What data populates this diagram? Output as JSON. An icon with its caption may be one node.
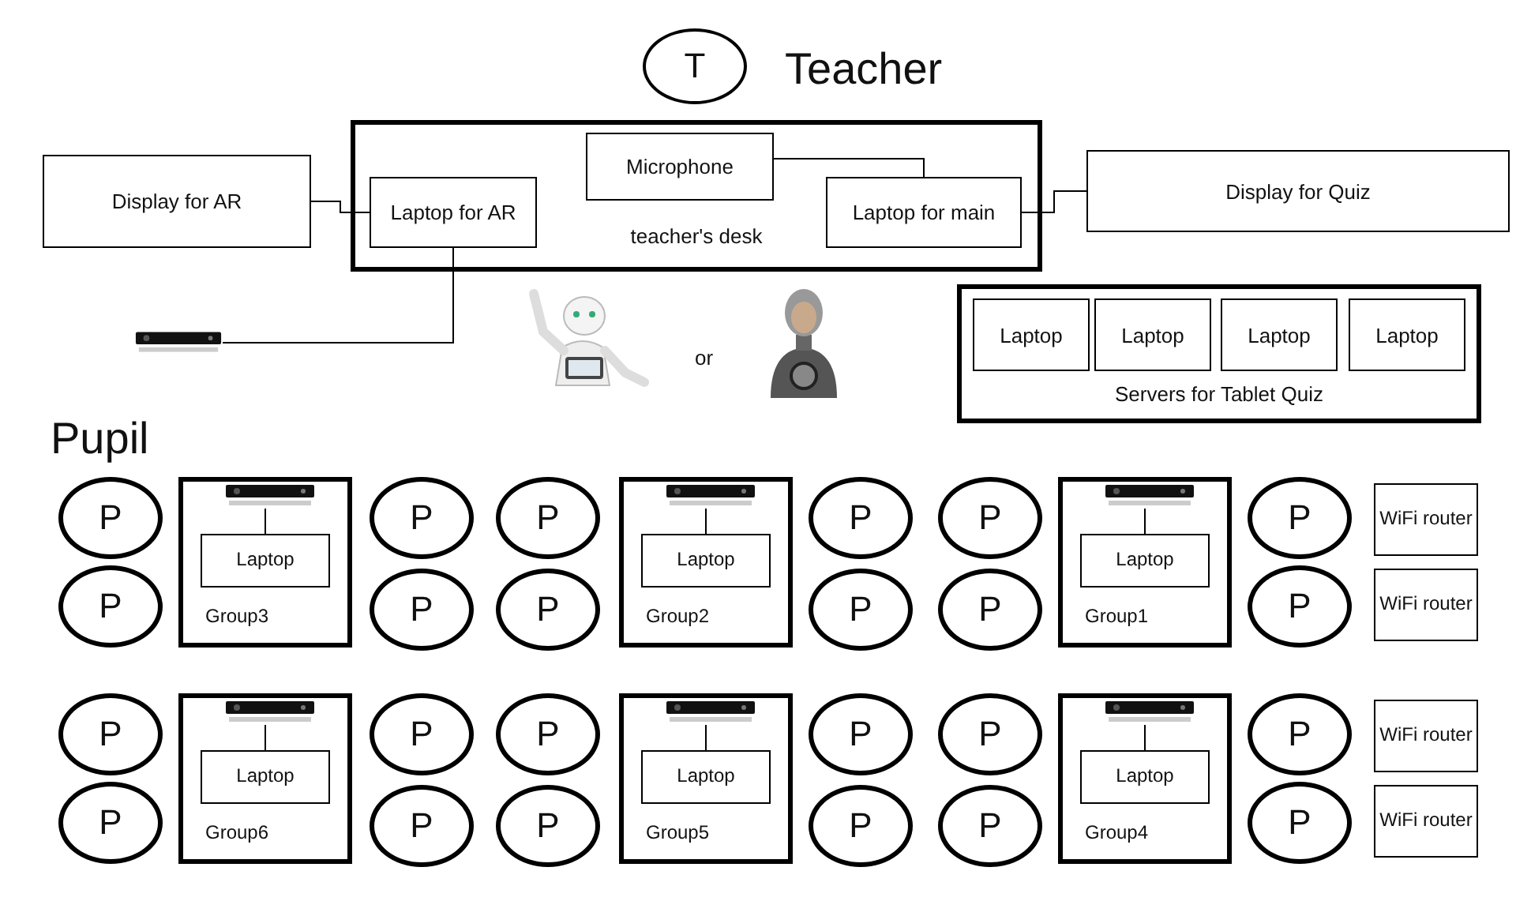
{
  "diagram": {
    "nodes": [
      {
        "text": [
          "T"
        ]
      },
      {
        "text": [
          "teacher's desk"
        ]
      },
      {
        "text": [
          "Microphone"
        ],
        "in": 1
      },
      {
        "text": [
          "Laptop for AR"
        ],
        "in": 1
      },
      {
        "text": [
          "Laptop for main"
        ],
        "in": 1
      },
      {
        "text": [
          "Display for AR"
        ]
      },
      {
        "text": [
          "Display for Quiz"
        ]
      },
      {
        "text": [],
        "shape": "picture"
      },
      {
        "text": [],
        "shape": "picture"
      },
      {
        "text": [],
        "shape": "picture"
      },
      {
        "text": [
          "Servers for Tablet Quiz"
        ]
      },
      {
        "text": [
          "Laptop"
        ],
        "in": 10
      },
      {
        "text": [
          "Laptop"
        ],
        "in": 10
      },
      {
        "text": [
          "Laptop"
        ],
        "in": 10
      },
      {
        "text": [
          "Laptop"
        ],
        "in": 10
      },
      {
        "text": [
          "P"
        ]
      },
      {
        "text": [
          "P"
        ]
      },
      {
        "text": [
          "Group3"
        ]
      },
      {
        "text": [],
        "shape": "picture",
        "in": 17
      },
      {
        "text": [
          "Laptop"
        ],
        "in": 17
      },
      {
        "text": [
          "P"
        ]
      },
      {
        "text": [
          "P"
        ]
      },
      {
        "text": [
          "P"
        ]
      },
      {
        "text": [
          "P"
        ]
      },
      {
        "text": [
          "Group2"
        ]
      },
      {
        "text": [],
        "shape": "picture",
        "in": 24
      },
      {
        "text": [
          "Laptop"
        ],
        "in": 24
      },
      {
        "text": [
          "P"
        ]
      },
      {
        "text": [
          "P"
        ]
      },
      {
        "text": [
          "P"
        ]
      },
      {
        "text": [
          "P"
        ]
      },
      {
        "text": [
          "Group1"
        ]
      },
      {
        "text": [],
        "shape": "picture",
        "in": 31
      },
      {
        "text": [
          "Laptop"
        ],
        "in": 31
      },
      {
        "text": [
          "P"
        ]
      },
      {
        "text": [
          "P"
        ]
      },
      {
        "text": [
          "WiFi router"
        ]
      },
      {
        "text": [
          "WiFi router"
        ]
      },
      {
        "text": [
          "P"
        ]
      },
      {
        "text": [
          "P"
        ]
      },
      {
        "text": [
          "Group6"
        ]
      },
      {
        "text": [],
        "shape": "picture",
        "in": 40
      },
      {
        "text": [
          "Laptop"
        ],
        "in": 40
      },
      {
        "text": [
          "P"
        ]
      },
      {
        "text": [
          "P"
        ]
      },
      {
        "text": [
          "P"
        ]
      },
      {
        "text": [
          "P"
        ]
      },
      {
        "text": [
          "Group5"
        ]
      },
      {
        "text": [],
        "shape": "picture",
        "in": 47
      },
      {
        "text": [
          "Laptop"
        ],
        "in": 47
      },
      {
        "text": [
          "P"
        ]
      },
      {
        "text": [
          "P"
        ]
      },
      {
        "text": [
          "P"
        ]
      },
      {
        "text": [
          "P"
        ]
      },
      {
        "text": [
          "Group4"
        ]
      },
      {
        "text": [],
        "shape": "picture",
        "in": 54
      },
      {
        "text": [
          "Laptop"
        ],
        "in": 54
      },
      {
        "text": [
          "P"
        ]
      },
      {
        "text": [
          "P"
        ]
      },
      {
        "text": [
          "WiFi router"
        ]
      },
      {
        "text": [
          "WiFi router"
        ]
      }
    ],
    "edges": [
      {
        "from": 5,
        "to": 3,
        "arrow": "none"
      },
      {
        "from": 2,
        "to": 4,
        "arrow": "none"
      },
      {
        "from": 4,
        "to": 6,
        "arrow": "none"
      },
      {
        "from": 3,
        "to": 7,
        "arrow": "none"
      },
      {
        "from": 18,
        "to": 19,
        "arrow": "none"
      },
      {
        "from": 25,
        "to": 26,
        "arrow": "none"
      },
      {
        "from": 32,
        "to": 33,
        "arrow": "none"
      },
      {
        "from": 41,
        "to": 42,
        "arrow": "none"
      },
      {
        "from": 48,
        "to": 49,
        "arrow": "none"
      },
      {
        "from": 55,
        "to": 56,
        "arrow": "none"
      }
    ],
    "labels": [
      "Teacher",
      "or",
      "Pupil"
    ]
  }
}
